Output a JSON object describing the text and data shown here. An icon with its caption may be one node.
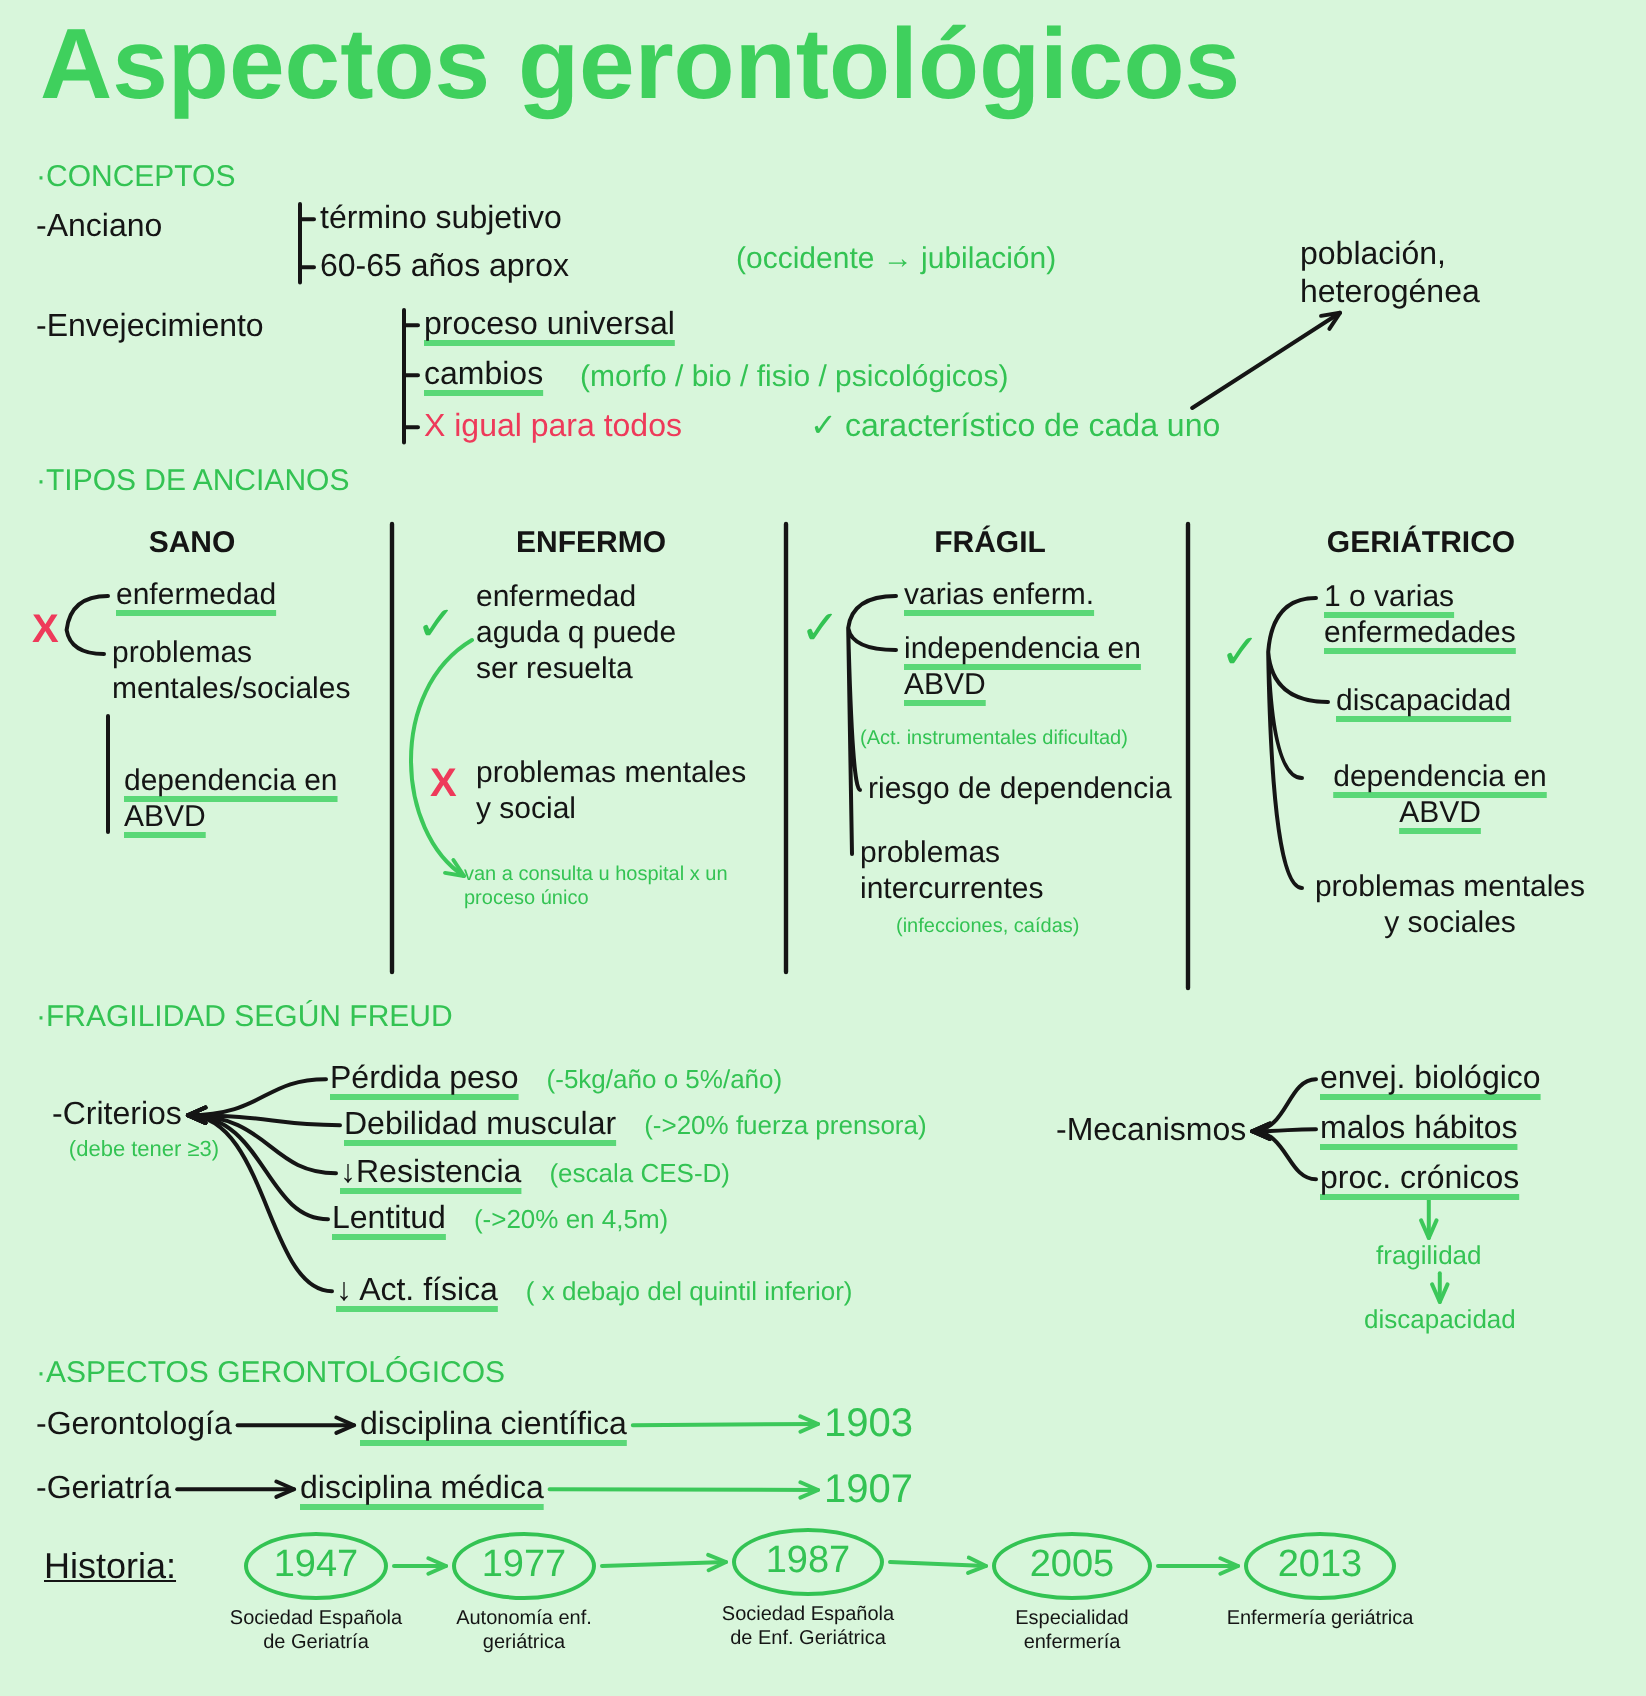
{
  "diagram": {
    "title": "Aspectos gerontológicos",
    "nodes": [
      {
        "text": [
          "población, heterogénea"
        ]
      },
      {
        "text": [
          "✓ característico de cada uno"
        ]
      },
      {
        "text": [
          "enfermedad aguda q puede ser resuelta"
        ]
      },
      {
        "text": [
          "van a consulta u hospital x un proceso único"
        ]
      },
      {
        "text": [
          "-Criterios"
        ],
        "beside": [
          "(debe tener ≥3)"
        ]
      },
      {
        "text": [
          "Pérdida peso"
        ],
        "beside": [
          "(-5kg/año o 5%/año)"
        ]
      },
      {
        "text": [
          "Debilidad muscular"
        ],
        "beside": [
          "(->20% fuerza prensora)"
        ]
      },
      {
        "text": [
          "↓Resistencia"
        ],
        "beside": [
          "(escala CES-D)"
        ]
      },
      {
        "text": [
          "Lentitud"
        ],
        "beside": [
          "(->20% en 4,5m)"
        ]
      },
      {
        "text": [
          "↓ Act. física"
        ],
        "beside": [
          "( x debajo del quintil inferior)"
        ]
      },
      {
        "text": [
          "-Mecanismos"
        ]
      },
      {
        "text": [
          "envej. biológico"
        ]
      },
      {
        "text": [
          "malos hábitos"
        ]
      },
      {
        "text": [
          "proc. crónicos"
        ]
      },
      {
        "text": [
          "fragilidad"
        ]
      },
      {
        "text": [
          "discapacidad"
        ]
      },
      {
        "text": [
          "-Gerontología"
        ]
      },
      {
        "text": [
          "disciplina científica"
        ]
      },
      {
        "text": [
          "1903"
        ]
      },
      {
        "text": [
          "-Geriatría"
        ]
      },
      {
        "text": [
          "disciplina médica"
        ]
      },
      {
        "text": [
          "1907"
        ]
      },
      {
        "text": [
          "1947"
        ],
        "beside": [
          "Sociedad Española de Geriatría"
        ]
      },
      {
        "text": [
          "1977"
        ],
        "beside": [
          "Autonomía enf. geriátrica"
        ]
      },
      {
        "text": [
          "1987"
        ],
        "beside": [
          "Sociedad Española de Enf. Geriátrica"
        ]
      },
      {
        "text": [
          "2005"
        ],
        "beside": [
          "Especialidad enfermería"
        ]
      },
      {
        "text": [
          "2013"
        ],
        "beside": [
          "Enfermería geriátrica"
        ]
      }
    ],
    "edges": [
      {
        "from": 1,
        "to": 0,
        "arrow": "to"
      },
      {
        "from": 2,
        "to": 3,
        "arrow": "to",
        "color": "#3cc85a"
      },
      {
        "from": 5,
        "to": 4,
        "arrow": "to"
      },
      {
        "from": 6,
        "to": 4,
        "arrow": "to"
      },
      {
        "from": 7,
        "to": 4,
        "arrow": "to"
      },
      {
        "from": 8,
        "to": 4,
        "arrow": "to"
      },
      {
        "from": 9,
        "to": 4,
        "arrow": "to"
      },
      {
        "from": 11,
        "to": 10,
        "arrow": "to"
      },
      {
        "from": 12,
        "to": 10,
        "arrow": "to"
      },
      {
        "from": 13,
        "to": 10,
        "arrow": "to"
      },
      {
        "from": 13,
        "to": 14,
        "arrow": "to",
        "color": "#3cc85a"
      },
      {
        "from": 14,
        "to": 15,
        "arrow": "to",
        "color": "#3cc85a"
      },
      {
        "from": 16,
        "to": 17,
        "arrow": "to"
      },
      {
        "from": 17,
        "to": 18,
        "arrow": "to",
        "color": "#3cc85a"
      },
      {
        "from": 19,
        "to": 20,
        "arrow": "to"
      },
      {
        "from": 20,
        "to": 21,
        "arrow": "to",
        "color": "#3cc85a"
      },
      {
        "from": 22,
        "to": 23,
        "arrow": "to",
        "color": "#3cc85a"
      },
      {
        "from": 23,
        "to": 24,
        "arrow": "to",
        "color": "#3cc85a"
      },
      {
        "from": 24,
        "to": 25,
        "arrow": "to",
        "color": "#3cc85a"
      },
      {
        "from": 25,
        "to": 26,
        "arrow": "to",
        "color": "#3cc85a"
      }
    ],
    "labels": [
      "·CONCEPTOS",
      "-Anciano",
      "término subjetivo",
      "60-65 años aprox",
      "(occidente → jubilación)",
      "-Envejecimiento",
      "proceso universal",
      "cambios",
      "(morfo / bio / fisio / psicológicos)",
      "X igual para todos",
      "·TIPOS DE ANCIANOS",
      "SANO",
      "X",
      "enfermedad",
      "problemas mentales/sociales",
      "dependencia en ABVD",
      "ENFERMO",
      "✓",
      "X",
      "problemas mentales y social",
      "FRÁGIL",
      "✓",
      "varias enferm.",
      "independencia en ABVD",
      "(Act. instrumentales dificultad)",
      "riesgo de dependencia",
      "problemas intercurrentes",
      "(infecciones, caídas)",
      "GERIÁTRICO",
      "✓",
      "1 o varias enfermedades",
      "discapacidad",
      "dependencia en ABVD",
      "problemas mentales y sociales",
      "·FRAGILIDAD SEGÚN FREUD",
      "·ASPECTOS GERONTOLÓGICOS",
      "Historia:"
    ]
  }
}
